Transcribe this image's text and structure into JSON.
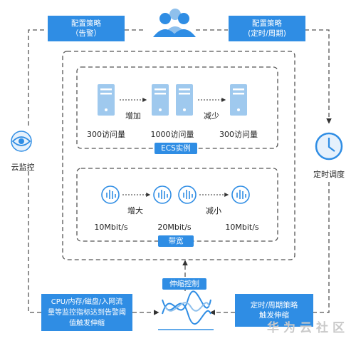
{
  "policies": {
    "alarm": [
      "配置策略",
      "（告警）"
    ],
    "schedule": [
      "配置策略",
      "(定时/周期)"
    ]
  },
  "side": {
    "monitor": "云监控",
    "scheduling": "定时调度"
  },
  "ecs": {
    "title": "ECS实例",
    "labels": [
      "300访问量",
      "1000访问量",
      "300访问量"
    ],
    "increase": "增加",
    "decrease": "减少"
  },
  "bandwidth": {
    "title": "带宽",
    "labels": [
      "10Mbit/s",
      "20Mbit/s",
      "10Mbit/s"
    ],
    "increase": "增大",
    "decrease": "减小"
  },
  "scaling_control": "伸缩控制",
  "bottom": {
    "left": [
      "CPU/内存/磁盘/入网流",
      "量等监控指标达到告警阈",
      "值触发伸缩"
    ],
    "right": [
      "定时/周期策略",
      "触发伸缩"
    ]
  },
  "watermark": "华为云社区",
  "colors": {
    "accent": "#2f8de4",
    "light_accent": "#9fc9ee",
    "dash": "#555555"
  }
}
